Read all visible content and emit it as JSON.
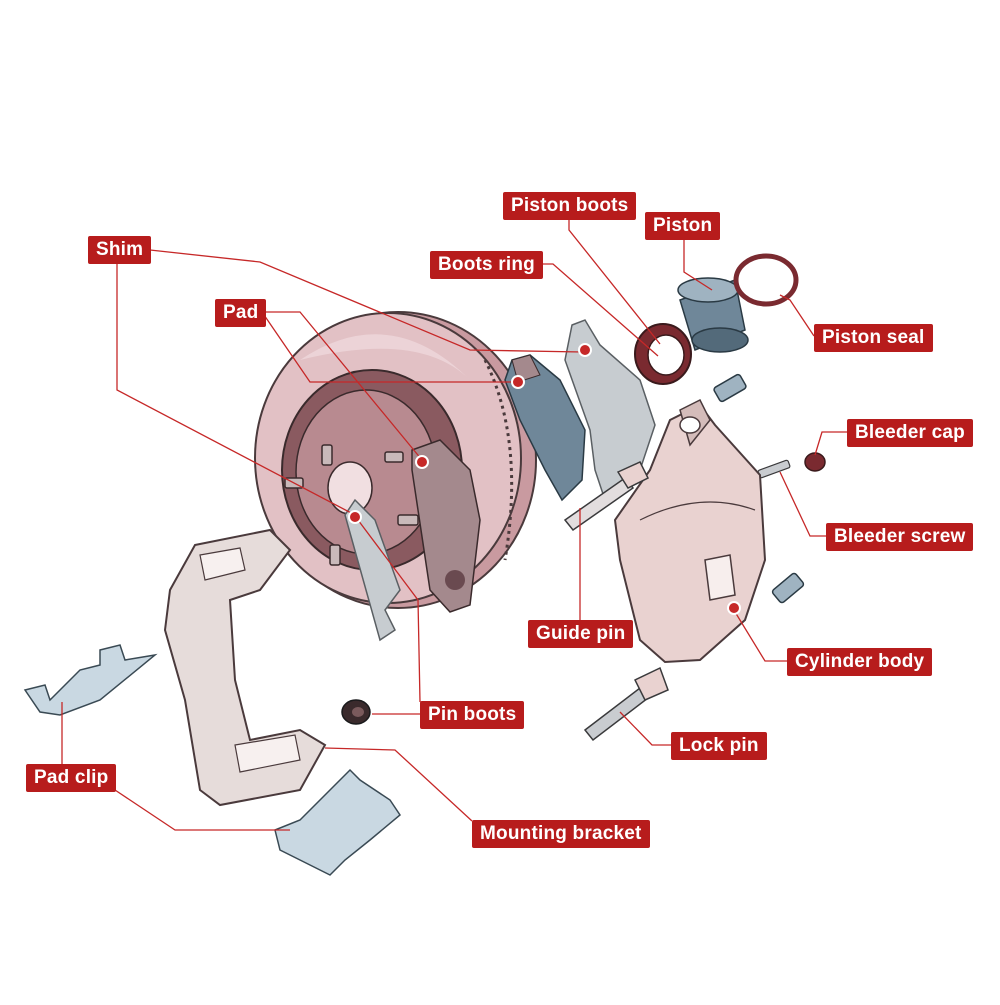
{
  "colors": {
    "label_bg": "#b71c1c",
    "label_text": "#ffffff",
    "leader_line": "#c62828",
    "rotor": "#d9b3b8",
    "caliper": "#e9d2d0",
    "pad_friction": "#6f8799",
    "shim": "#c7ccd0",
    "bracket": "#e6dcda"
  },
  "labels": {
    "piston_boots": "Piston boots",
    "piston": "Piston",
    "shim": "Shim",
    "boots_ring": "Boots ring",
    "pad": "Pad",
    "piston_seal": "Piston seal",
    "bleeder_cap": "Bleeder cap",
    "bleeder_screw": "Bleeder screw",
    "guide_pin": "Guide pin",
    "cylinder_body": "Cylinder body",
    "pin_boots": "Pin boots",
    "lock_pin": "Lock pin",
    "pad_clip": "Pad clip",
    "mounting_bracket": "Mounting bracket"
  }
}
